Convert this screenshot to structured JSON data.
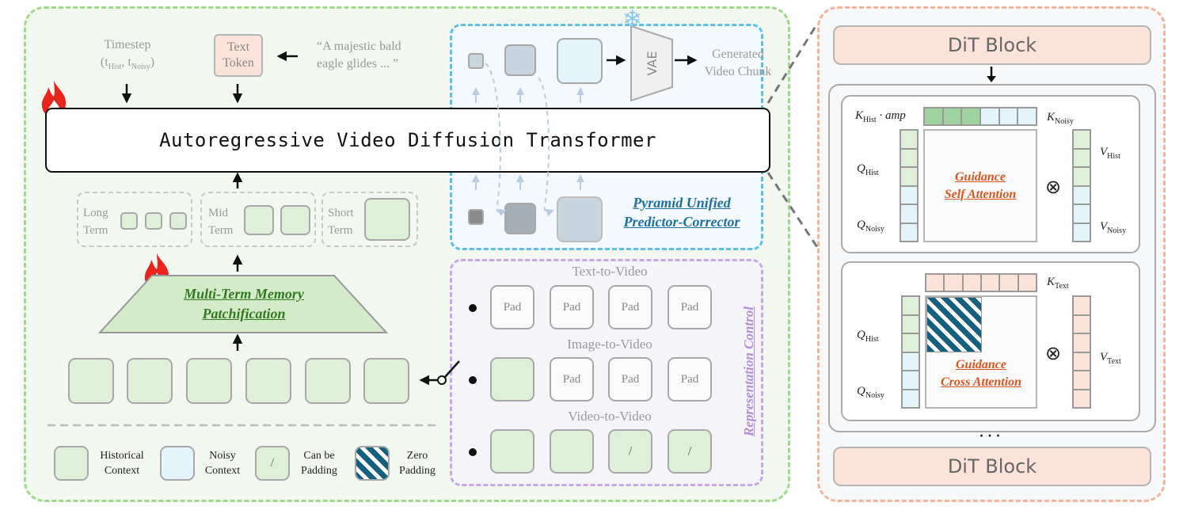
{
  "left_panel": {
    "timestep": {
      "line1": "Timestep",
      "line2_open": "(t",
      "sub1": "Hist",
      "sep": ", t",
      "sub2": "Noisy",
      "close": ")"
    },
    "text_token": {
      "line1": "Text",
      "line2": "Token"
    },
    "prompt": {
      "line1": "“A majestic bald",
      "line2": "eagle glides  ... ”"
    },
    "transformer_title": "Autoregressive Video Diffusion Transformer",
    "memory_terms": [
      {
        "line1": "Long",
        "line2": "Term"
      },
      {
        "line1": "Mid",
        "line2": "Term"
      },
      {
        "line1": "Short",
        "line2": "Term"
      }
    ],
    "patchify": {
      "line1": "Multi-Term Memory",
      "line2": "Patchification"
    },
    "legend": [
      {
        "line1": "Historical",
        "line2": "Context"
      },
      {
        "line1": "Noisy",
        "line2": "Context"
      },
      {
        "symbol": "/",
        "line1": "Can be",
        "line2": "Padding"
      },
      {
        "line1": "Zero",
        "line2": "Padding"
      }
    ]
  },
  "pyramid": {
    "vae": "VAE",
    "output": {
      "line1": "Generated",
      "line2": "Video Chunk"
    },
    "label": {
      "line1": "Pyramid Unified",
      "line2": "Predictor-Corrector"
    }
  },
  "representation": {
    "vertical_label": "Representation Control",
    "rows": [
      {
        "title": "Text-to-Video",
        "cells": [
          "Pad",
          "Pad",
          "Pad",
          "Pad"
        ]
      },
      {
        "title": "Image-to-Video",
        "cells": [
          "",
          "Pad",
          "Pad",
          "Pad"
        ]
      },
      {
        "title": "Video-to-Video",
        "cells": [
          "",
          "",
          "/",
          "/"
        ]
      }
    ]
  },
  "right_panel": {
    "dit_top": "DiT Block",
    "dit_bottom": "DiT Block",
    "ellipsis": "· · ·",
    "self_attn": {
      "k_hist": "K",
      "k_hist_sub": "Hist",
      "k_hist_suffix": " · amp",
      "k_noisy": "K",
      "k_noisy_sub": "Noisy",
      "q_hist": "Q",
      "q_hist_sub": "Hist",
      "q_noisy": "Q",
      "q_noisy_sub": "Noisy",
      "v_hist": "V",
      "v_hist_sub": "Hist",
      "v_noisy": "V",
      "v_noisy_sub": "Noisy",
      "title1": "Guidance",
      "title2": "Self Attention",
      "otimes": "⊗"
    },
    "cross_attn": {
      "k_text": "K",
      "k_text_sub": "Text",
      "q_hist": "Q",
      "q_hist_sub": "Hist",
      "q_noisy": "Q",
      "q_noisy_sub": "Noisy",
      "v_text": "V",
      "v_text_sub": "Text",
      "title1": "Guidance",
      "title2": "Cross Attention",
      "otimes": "⊗"
    }
  },
  "colors": {
    "green_border": "#9fd98a",
    "blue_border": "#5bbfe6",
    "purple_border": "#c9a6e6",
    "orange_border": "#f5b49a",
    "historical_fill": "#dff0d8",
    "noisy_fill": "#e3f4fb",
    "text_fill": "#fbe3da",
    "accent_orange": "#d9541e",
    "accent_green": "#2f7a1f",
    "accent_blue": "#1d6fa5"
  }
}
